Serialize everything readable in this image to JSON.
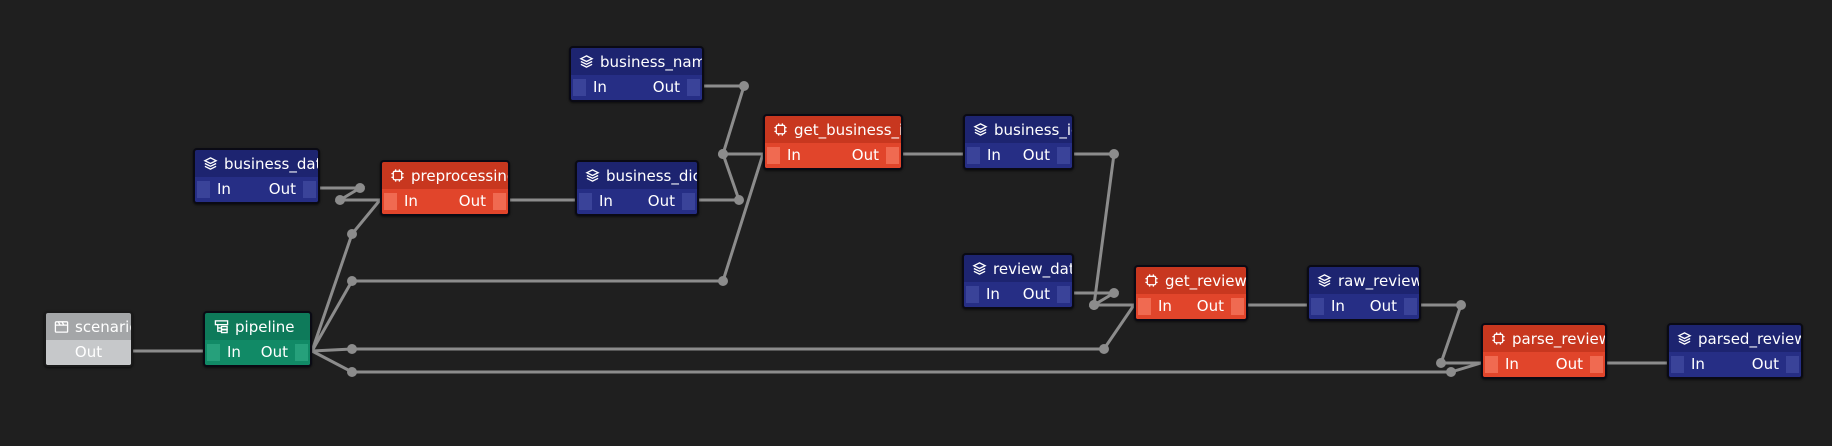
{
  "colors": {
    "background": "#1f1f1f",
    "data_node": "#1d2470",
    "task_node": "#c8371f",
    "pipeline_node": "#0e7a5a",
    "scenario_node": "#a4a6a8",
    "edge": "#8c8c8c"
  },
  "nodes": [
    {
      "id": "scenario",
      "label": "scenario",
      "kind": "scenario",
      "icon": "scenario-icon",
      "in": "",
      "out": "Out"
    },
    {
      "id": "pipeline",
      "label": "pipeline",
      "kind": "pipeline",
      "icon": "pipeline-icon",
      "in": "In",
      "out": "Out"
    },
    {
      "id": "business_data",
      "label": "business_data",
      "kind": "data",
      "icon": "layers-icon",
      "in": "In",
      "out": "Out"
    },
    {
      "id": "preprocessing",
      "label": "preprocessing",
      "kind": "task",
      "icon": "chip-icon",
      "in": "In",
      "out": "Out"
    },
    {
      "id": "business_dict",
      "label": "business_dict",
      "kind": "data",
      "icon": "layers-icon",
      "in": "In",
      "out": "Out"
    },
    {
      "id": "business_name",
      "label": "business_name",
      "kind": "data",
      "icon": "layers-icon",
      "in": "In",
      "out": "Out"
    },
    {
      "id": "get_business_id",
      "label": "get_business_id",
      "kind": "task",
      "icon": "chip-icon",
      "in": "In",
      "out": "Out"
    },
    {
      "id": "business_id",
      "label": "business_id",
      "kind": "data",
      "icon": "layers-icon",
      "in": "In",
      "out": "Out"
    },
    {
      "id": "review_data",
      "label": "review_data",
      "kind": "data",
      "icon": "layers-icon",
      "in": "In",
      "out": "Out"
    },
    {
      "id": "get_reviews",
      "label": "get_reviews",
      "kind": "task",
      "icon": "chip-icon",
      "in": "In",
      "out": "Out"
    },
    {
      "id": "raw_reviews",
      "label": "raw_reviews",
      "kind": "data",
      "icon": "layers-icon",
      "in": "In",
      "out": "Out"
    },
    {
      "id": "parse_reviews",
      "label": "parse_reviews",
      "kind": "task",
      "icon": "chip-icon",
      "in": "In",
      "out": "Out"
    },
    {
      "id": "parsed_reviews",
      "label": "parsed_reviews",
      "kind": "data",
      "icon": "layers-icon",
      "in": "In",
      "out": "Out"
    }
  ],
  "edges": [
    {
      "from": "scenario",
      "to": "pipeline"
    },
    {
      "from": "pipeline",
      "to": "preprocessing"
    },
    {
      "from": "pipeline",
      "to": "get_business_id"
    },
    {
      "from": "pipeline",
      "to": "get_reviews"
    },
    {
      "from": "pipeline",
      "to": "parse_reviews"
    },
    {
      "from": "business_data",
      "to": "preprocessing"
    },
    {
      "from": "preprocessing",
      "to": "business_dict"
    },
    {
      "from": "business_dict",
      "to": "get_business_id"
    },
    {
      "from": "business_name",
      "to": "get_business_id"
    },
    {
      "from": "get_business_id",
      "to": "business_id"
    },
    {
      "from": "business_id",
      "to": "get_reviews"
    },
    {
      "from": "review_data",
      "to": "get_reviews"
    },
    {
      "from": "get_reviews",
      "to": "raw_reviews"
    },
    {
      "from": "raw_reviews",
      "to": "parse_reviews"
    },
    {
      "from": "parse_reviews",
      "to": "parsed_reviews"
    }
  ]
}
